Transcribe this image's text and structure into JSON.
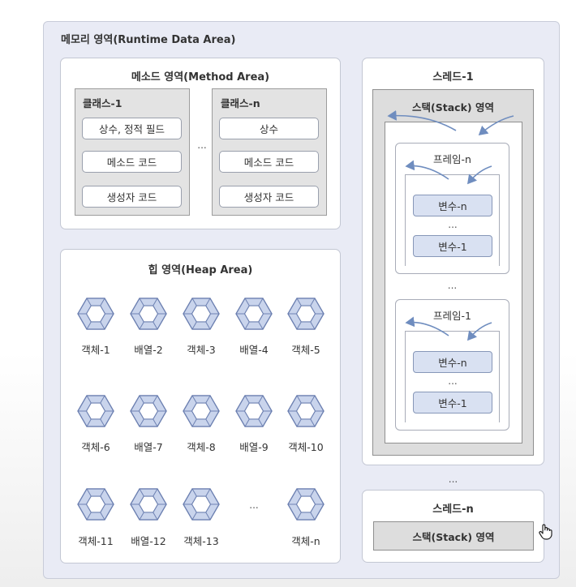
{
  "memory": {
    "title": "메모리 영역(Runtime Data Area)",
    "method_area": {
      "title": "메소드 영역(Method Area)",
      "classes": [
        {
          "name": "클래스-1",
          "items": [
            "상수, 정적 필드",
            "메소드 코드",
            "생성자 코드"
          ]
        },
        {
          "name": "클래스-n",
          "items": [
            "상수",
            "메소드 코드",
            "생성자 코드"
          ]
        }
      ],
      "ellipsis": "..."
    },
    "heap_area": {
      "title": "힙 영역(Heap Area)",
      "rows": [
        [
          "객체-1",
          "배열-2",
          "객체-3",
          "배열-4",
          "객체-5"
        ],
        [
          "객체-6",
          "배열-7",
          "객체-8",
          "배열-9",
          "객체-10"
        ],
        [
          "객체-11",
          "배열-12",
          "객체-13",
          "...",
          "객체-n"
        ]
      ]
    },
    "thread1": {
      "title": "스레드-1",
      "stack_title": "스택(Stack) 영역",
      "frames": [
        {
          "name": "프레임-n",
          "vars": [
            "변수-n",
            "...",
            "변수-1"
          ]
        },
        {
          "name": "프레임-1",
          "vars": [
            "변수-n",
            "...",
            "변수-1"
          ]
        }
      ],
      "between_frames": "..."
    },
    "between_threads": "...",
    "threadn": {
      "title": "스레드-n",
      "stack_title": "스택(Stack) 영역"
    }
  },
  "colors": {
    "outer_bg": "#e9ebf5",
    "hex_fill": "#c9d4ec",
    "hex_stroke": "#6b7fb0",
    "var_fill": "#d9e1f2",
    "arrow": "#6f8dbf"
  }
}
